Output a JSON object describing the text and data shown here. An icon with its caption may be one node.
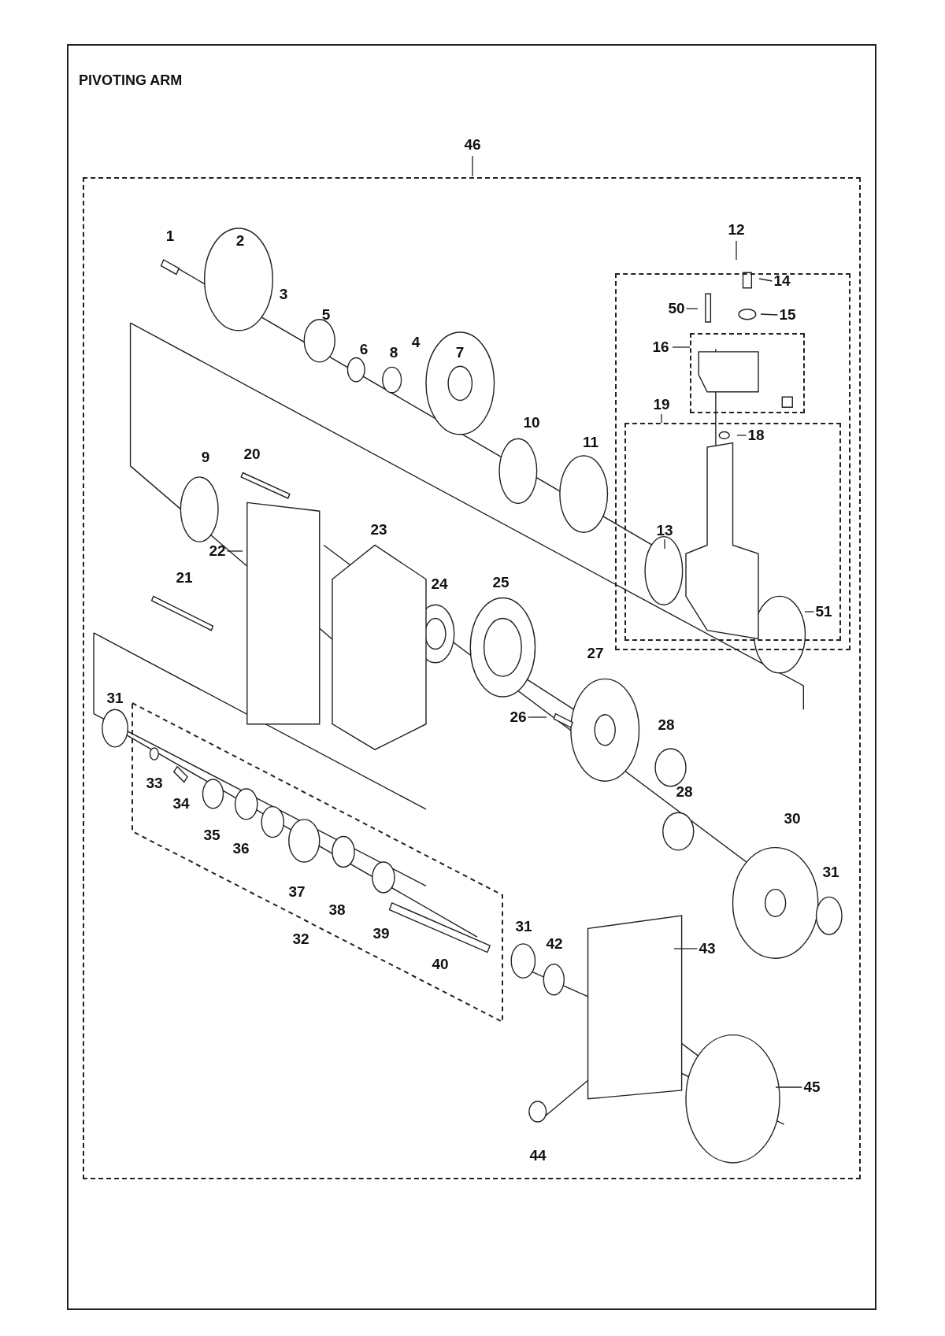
{
  "diagram": {
    "title": "PIVOTING ARM",
    "nodes": [
      {
        "text": [
          "46"
        ]
      },
      {
        "text": [
          "12"
        ],
        "in": 0
      },
      {
        "text": [
          "14"
        ],
        "in": 1
      },
      {
        "text": [
          "50"
        ],
        "in": 1
      },
      {
        "text": [
          "15"
        ],
        "in": 1
      },
      {
        "text": [
          "16"
        ],
        "in": 1
      },
      {
        "text": [
          "19"
        ],
        "in": 1
      },
      {
        "text": [
          "18"
        ],
        "in": 6
      },
      {
        "text": [
          "22"
        ],
        "in": 0
      },
      {
        "text": [
          "13"
        ],
        "in": 6
      },
      {
        "text": [
          "51"
        ],
        "in": 6
      },
      {
        "text": [
          "26"
        ],
        "in": 0
      },
      {
        "text": [
          "32"
        ],
        "in": 0
      },
      {
        "text": [
          "43"
        ],
        "in": 0
      },
      {
        "text": [
          "45"
        ],
        "in": 0
      }
    ],
    "edges": [
      {
        "from": 2,
        "to": null,
        "arrow": "none"
      },
      {
        "from": 3,
        "to": null,
        "arrow": "none"
      },
      {
        "from": 4,
        "to": null,
        "arrow": "none"
      },
      {
        "from": 7,
        "to": null,
        "arrow": "none"
      },
      {
        "from": 8,
        "to": null,
        "arrow": "none"
      },
      {
        "from": 9,
        "to": null,
        "arrow": "none"
      },
      {
        "from": 10,
        "to": null,
        "arrow": "none"
      },
      {
        "from": 11,
        "to": null,
        "arrow": "none"
      },
      {
        "from": 13,
        "to": null,
        "arrow": "none"
      },
      {
        "from": 14,
        "to": null,
        "arrow": "none"
      }
    ],
    "labels": [
      "1",
      "2",
      "3",
      "5",
      "4",
      "6",
      "8",
      "7",
      "9",
      "20",
      "10",
      "11",
      "23",
      "21",
      "24",
      "25",
      "27",
      "31",
      "28",
      "33",
      "34",
      "28",
      "30",
      "35",
      "36",
      "31",
      "37",
      "38",
      "39",
      "40",
      "31",
      "42",
      "44"
    ]
  }
}
